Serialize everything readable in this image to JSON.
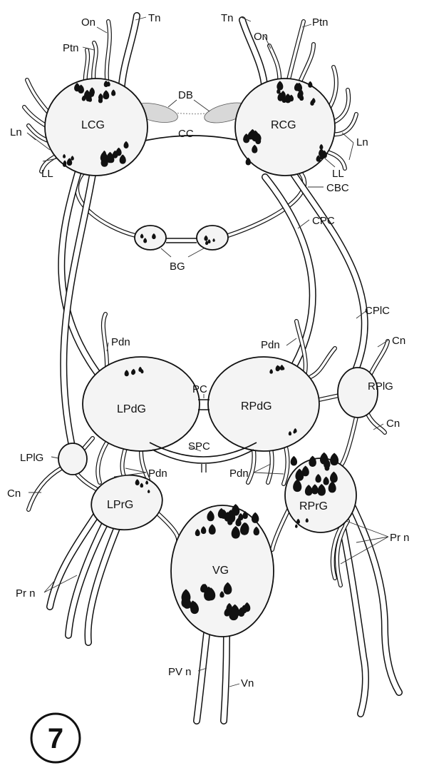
{
  "labels": {
    "on_left": "On",
    "tn_left": "Tn",
    "ptn_left": "Ptn",
    "tn_right": "Tn",
    "on_right": "On",
    "ptn_right": "Ptn",
    "db": "DB",
    "lcg": "LCG",
    "rcg": "RCG",
    "cc": "CC",
    "ln_left": "Ln",
    "ln_right": "Ln",
    "ll_left": "LL",
    "ll_right": "LL",
    "cbc": "CBC",
    "cpc": "CPC",
    "bg": "BG",
    "cplc": "CPlC",
    "pdn_left_top": "Pdn",
    "pdn_right_top": "Pdn",
    "cn_right_top": "Cn",
    "rplg": "RPlG",
    "pc": "PC",
    "lpdg": "LPdG",
    "rpdg": "RPdG",
    "cn_right_bottom": "Cn",
    "spc": "SPC",
    "lplg": "LPlG",
    "pdn_left_bottom": "Pdn",
    "pdn_right_bottom": "Pdn",
    "cn_left": "Cn",
    "lprg": "LPrG",
    "rprg": "RPrG",
    "prn_right": "Pr n",
    "vg": "VG",
    "prn_left": "Pr n",
    "pvn": "PV n",
    "vn": "Vn"
  },
  "figure_number": "7"
}
